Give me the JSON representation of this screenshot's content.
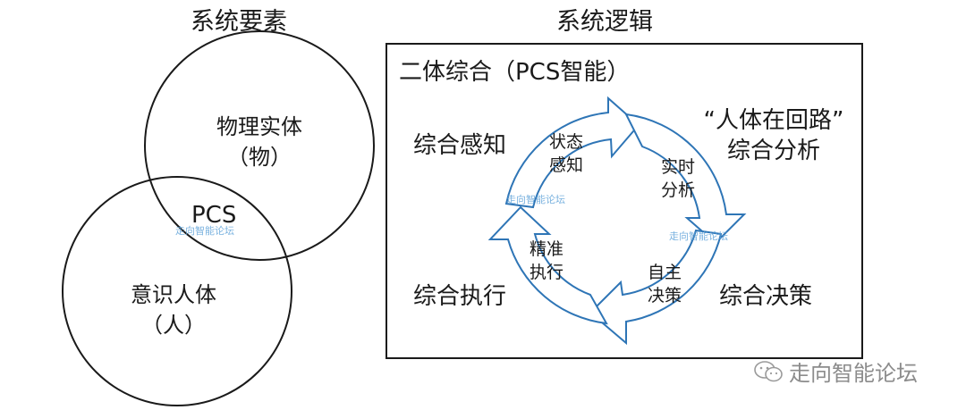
{
  "left": {
    "title": "系统要素",
    "circle_top": {
      "line1": "物理实体",
      "line2": "（物）"
    },
    "circle_bottom": {
      "line1": "意识人体",
      "line2": "（人）"
    },
    "overlap": "PCS"
  },
  "right": {
    "title": "系统逻辑",
    "box_title": "二体综合（PCS智能）",
    "corners": {
      "top_left": "综合感知",
      "top_right_line1": "“人体在回路”",
      "top_right_line2": "综合分析",
      "bottom_left": "综合执行",
      "bottom_right": "综合决策"
    },
    "cycle": {
      "top": {
        "line1": "状态",
        "line2": "感知"
      },
      "right": {
        "line1": "实时",
        "line2": "分析"
      },
      "bottom": {
        "line1": "自主",
        "line2": "决策"
      },
      "left": {
        "line1": "精准",
        "line2": "执行"
      }
    },
    "arrow_color": "#2e75b6"
  },
  "watermarks": {
    "left": "走向智能论坛",
    "center": "走向智能论坛",
    "right_small": "走向智能论坛",
    "corner": "走向智能论坛"
  }
}
